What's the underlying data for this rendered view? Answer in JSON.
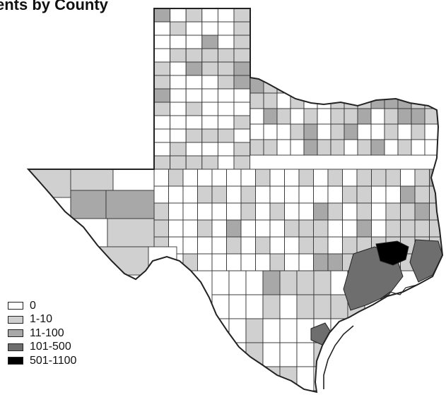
{
  "title": "ents by County",
  "legend": {
    "items": [
      {
        "label": "0",
        "color": "#ffffff"
      },
      {
        "label": "1-10",
        "color": "#d0d0d0"
      },
      {
        "label": "11-100",
        "color": "#a8a8a8"
      },
      {
        "label": "101-500",
        "color": "#6e6e6e"
      },
      {
        "label": "501-1100",
        "color": "#000000"
      }
    ]
  }
}
